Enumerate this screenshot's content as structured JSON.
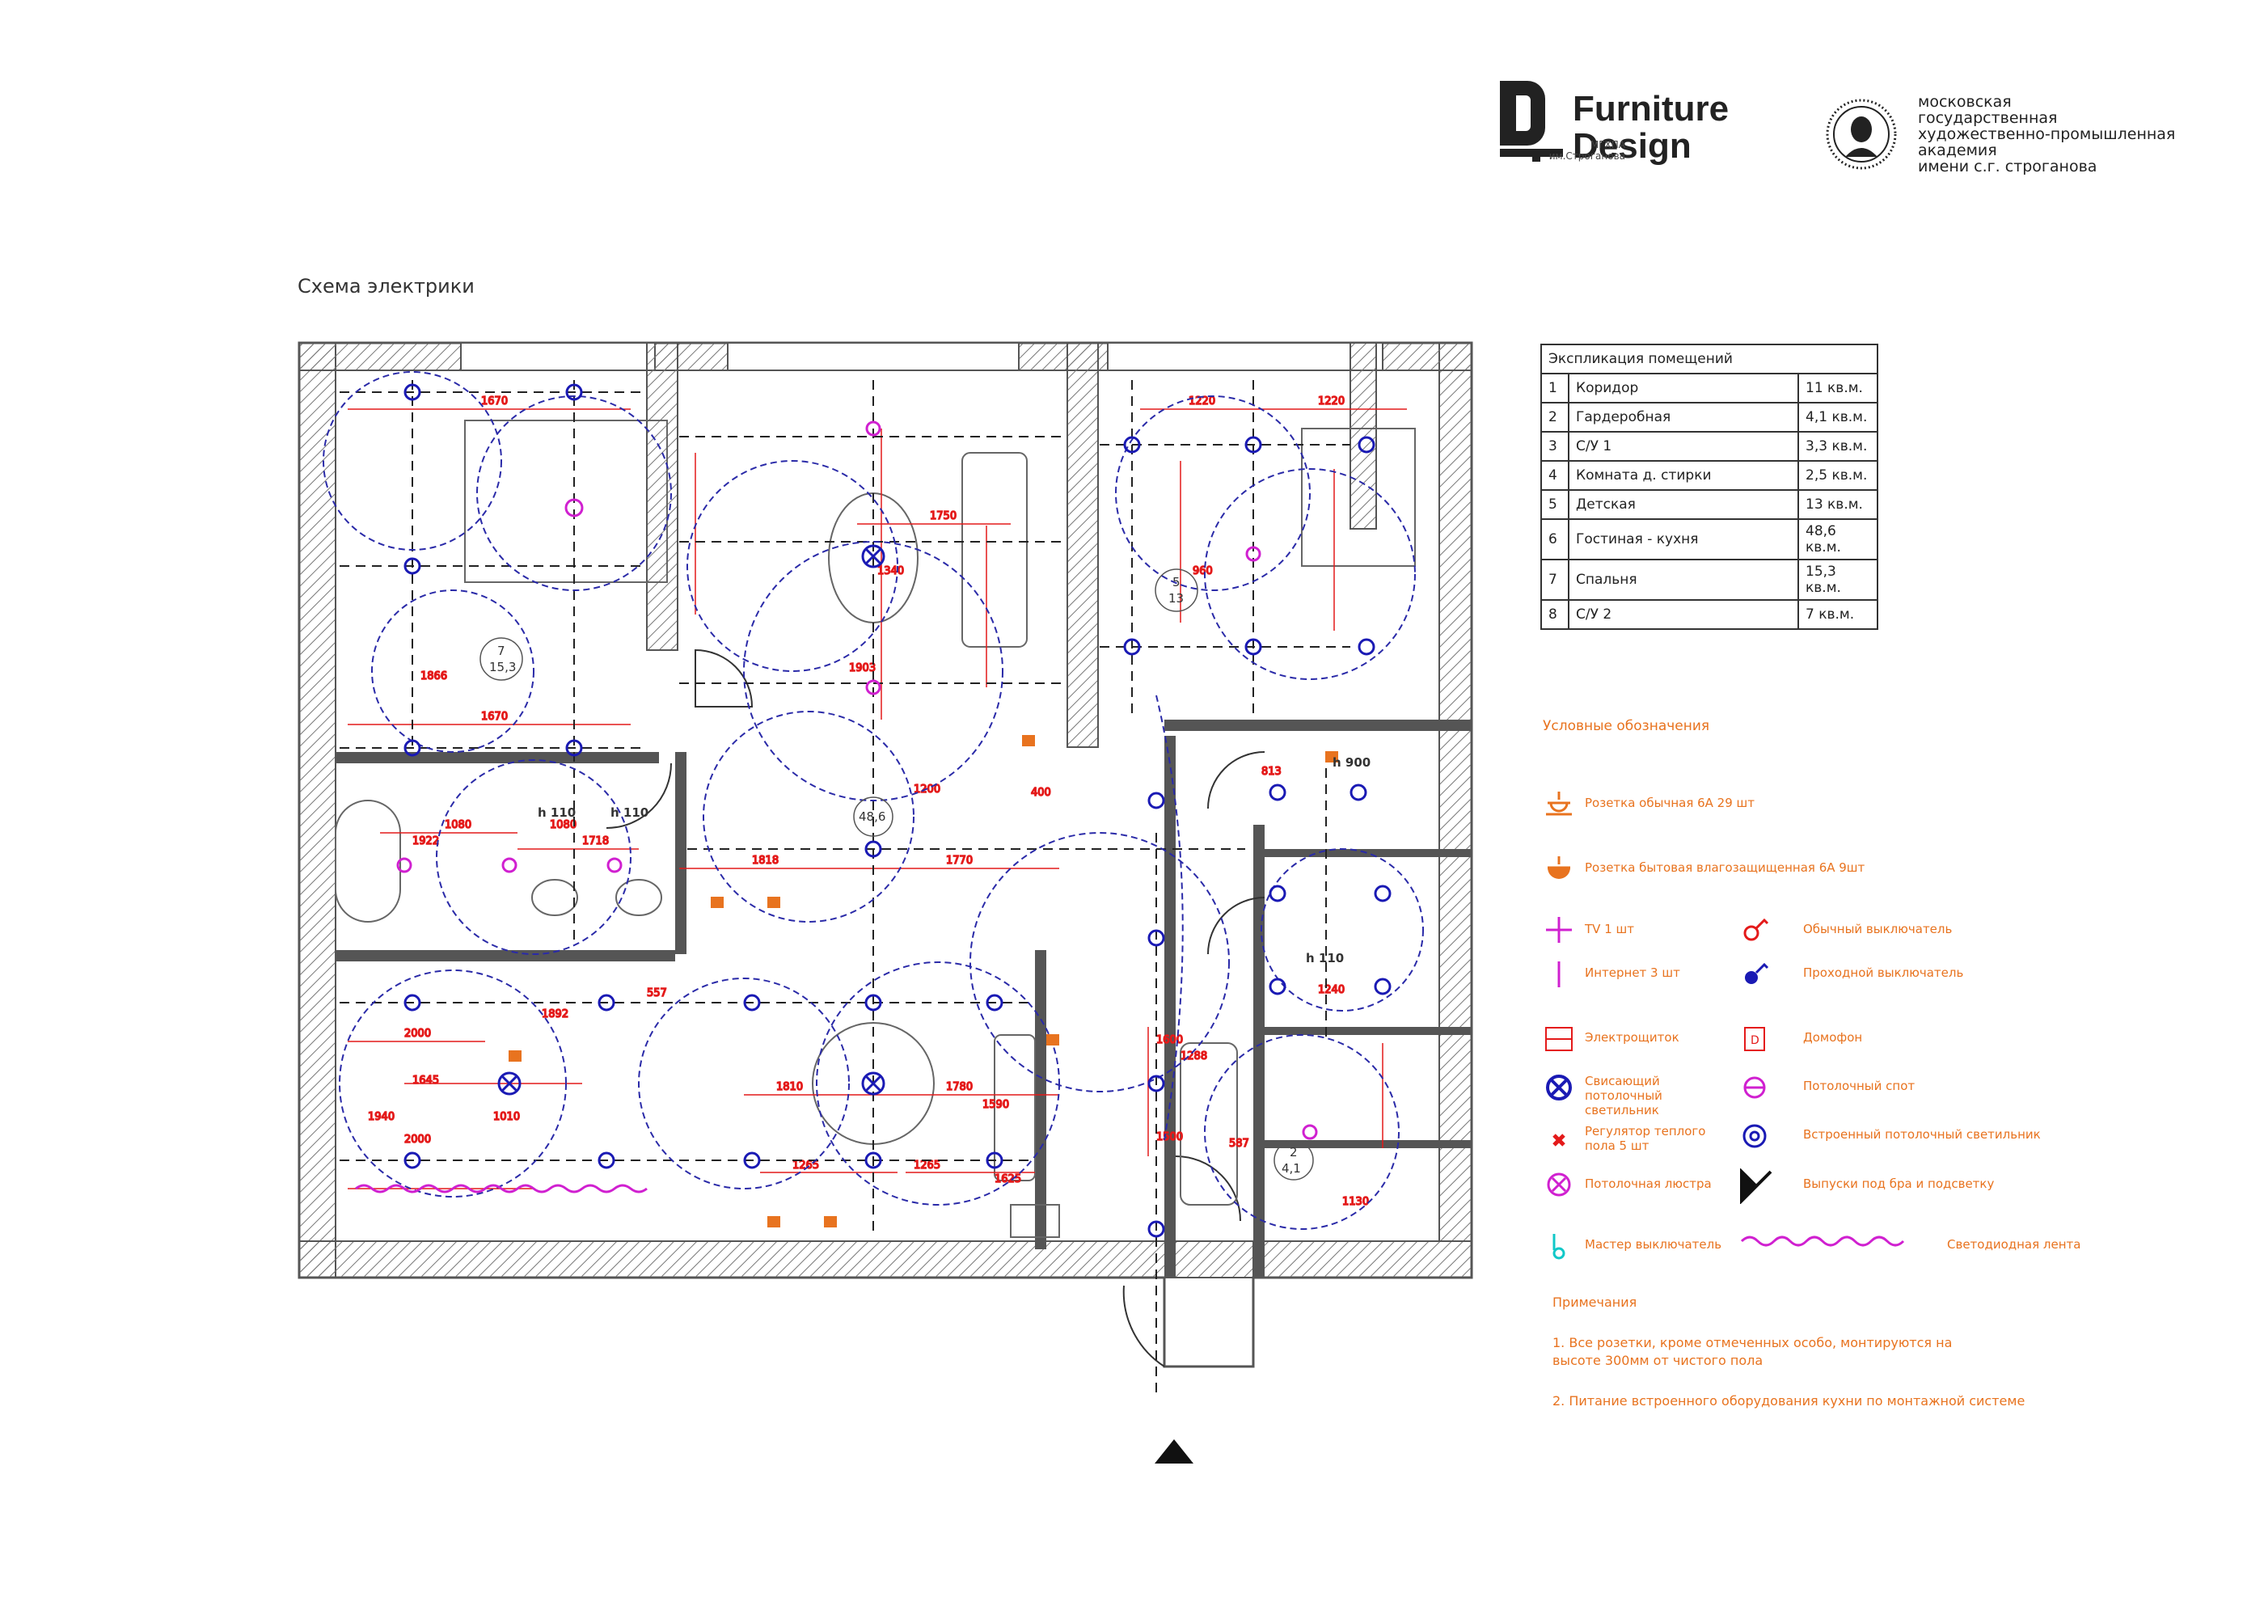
{
  "header": {
    "brand": "Furniture Design",
    "brand_sub": "МГХПА им.Строганова",
    "academy": [
      "московская",
      "государственная",
      "художественно-промышленная",
      "академия",
      "имени с.г. строганова"
    ]
  },
  "page_title": "Схема электрики",
  "explication": {
    "title": "Экспликация помещений",
    "rows": [
      {
        "n": "1",
        "name": "Коридор",
        "area": "11 кв.м."
      },
      {
        "n": "2",
        "name": "Гардеробная",
        "area": "4,1 кв.м."
      },
      {
        "n": "3",
        "name": "С/У 1",
        "area": "3,3 кв.м."
      },
      {
        "n": "4",
        "name": "Комната д. стирки",
        "area": "2,5 кв.м."
      },
      {
        "n": "5",
        "name": "Детская",
        "area": "13 кв.м."
      },
      {
        "n": "6",
        "name": "Гостиная - кухня",
        "area": "48,6 кв.м."
      },
      {
        "n": "7",
        "name": "Спальня",
        "area": "15,3 кв.м."
      },
      {
        "n": "8",
        "name": "С/У 2",
        "area": "7 кв.м."
      }
    ]
  },
  "legend": {
    "title": "Условные обозначения",
    "items": {
      "socket": "Розетка обычная 6А 29 шт",
      "socket_wet": "Розетка бытовая влагозащищенная 6А 9шт",
      "tv": "TV 1 шт",
      "switch": "Обычный выключатель",
      "internet": "Интернет 3 шт",
      "pass_switch": "Проходной выключатель",
      "panel": "Электрощиток",
      "intercom": "Домофон",
      "pendant": "Свисающий потолочный светильник",
      "spot": "Потолочный спот",
      "floor_reg": "Регулятор теплого пола 5 шт",
      "builtin": "Встроенный потолочный светильник",
      "chandelier": "Потолочная люстра",
      "outlets": "Выпуски под бра и подсветку",
      "master": "Мастер выключатель",
      "led": "Светодиодная лента"
    }
  },
  "notes": {
    "title": "Примечания",
    "items": [
      "1.  Все розетки, кроме отмеченных особо, монтируются на высоте 300мм от чистого пола",
      "2.  Питание встроенного оборудования кухни по монтажной системе"
    ]
  },
  "plan_labels": {
    "room7": "7",
    "room7_area": "15,3",
    "room5": "5",
    "room5_area": "13",
    "room6_area": "48,6",
    "room2": "2",
    "room2_area": "4,1",
    "h110a": "h 110",
    "h110b": "h 110",
    "h110c": "h 110",
    "h900": "h 900",
    "d1670a": "1670",
    "d1670b": "1670",
    "d1220a": "1220",
    "d1220b": "1220",
    "d1750": "1750",
    "d1818": "1818",
    "d1770": "1770",
    "d2000a": "2000",
    "d2000b": "2000",
    "d1810": "1810",
    "d1780": "1780",
    "d1265a": "1265",
    "d1265b": "1265",
    "d1080a": "1080",
    "d1080b": "1080",
    "d1922": "1922",
    "d1718": "1718",
    "d1940": "1940",
    "d1010": "1010",
    "d1200": "1200",
    "d1892": "1892",
    "d1866": "1866",
    "d1340": "1340",
    "d1903": "1903",
    "d1645": "1645",
    "d1590": "1590",
    "d1500": "1500",
    "d1600": "1600",
    "d1288": "1288",
    "d1130": "1130",
    "d587": "587",
    "d813": "813",
    "d1240": "1240",
    "d960": "960",
    "d557": "557",
    "d400": "400",
    "d1625": "1625"
  },
  "colors": {
    "wall": "#555555",
    "dimension": "#e41a1a",
    "light": "#1a1ab4",
    "wire": "#2a2aa8",
    "socket": "#e8731f",
    "tv": "#d020d0",
    "led": "#d020d0"
  }
}
